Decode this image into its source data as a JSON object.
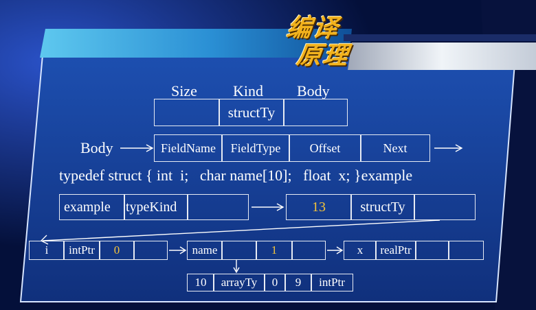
{
  "title": {
    "line1": "编译",
    "line2": "原理"
  },
  "struct_header": {
    "col1": "Size",
    "col2": "Kind",
    "col3": "Body",
    "cells": [
      "",
      "structTy",
      ""
    ]
  },
  "body_row": {
    "label": "Body",
    "cells": [
      "FieldName",
      "FieldType",
      "Offset",
      "Next"
    ]
  },
  "code": "typedef struct { int  i;   char name[10];   float  x; }example",
  "example_row": {
    "left_cells": [
      "example",
      "typeKind",
      ""
    ],
    "right_cells": [
      "13",
      "structTy",
      ""
    ]
  },
  "field_i": [
    "i",
    "intPtr",
    "0",
    ""
  ],
  "field_name": [
    "name",
    "",
    "1",
    ""
  ],
  "field_x": [
    "x",
    "realPtr",
    "",
    ""
  ],
  "array_row": [
    "10",
    "arrayTy",
    "0",
    "9",
    "intPtr"
  ],
  "colors": {
    "number": "#f5c43a",
    "text": "#ffffff",
    "title": "#f2b21c"
  }
}
